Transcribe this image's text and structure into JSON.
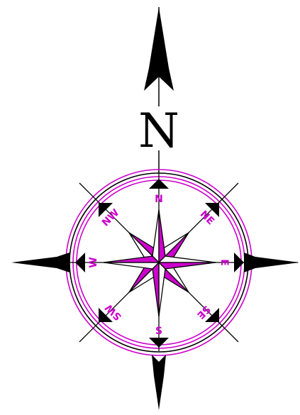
{
  "compass": {
    "north_label": "N",
    "directions": [
      {
        "key": "n",
        "label": "N"
      },
      {
        "key": "ne",
        "label": "NE"
      },
      {
        "key": "e",
        "label": "E"
      },
      {
        "key": "se",
        "label": "SE"
      },
      {
        "key": "s",
        "label": "S"
      },
      {
        "key": "sw",
        "label": "SW"
      },
      {
        "key": "w",
        "label": "W"
      },
      {
        "key": "nw",
        "label": "NW"
      }
    ]
  },
  "colors": {
    "ink": "#000000",
    "accent": "#cc00cc",
    "background": "#ffffff"
  }
}
